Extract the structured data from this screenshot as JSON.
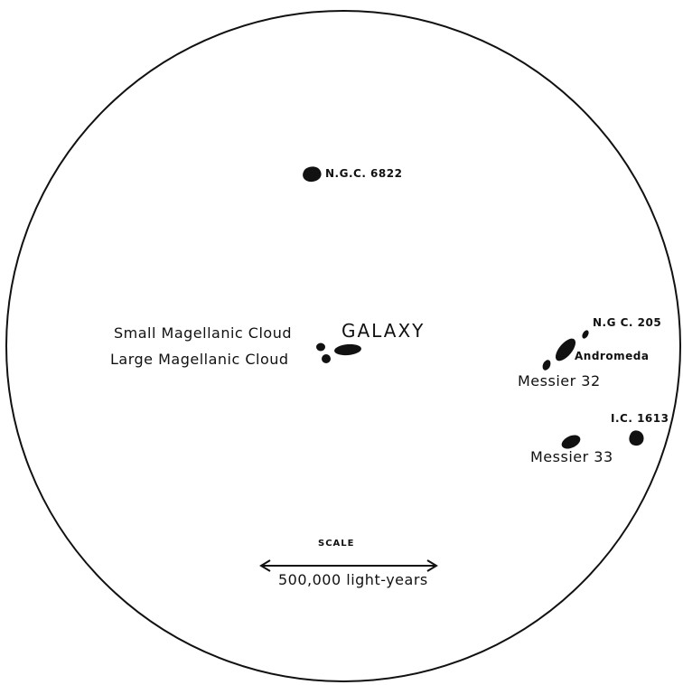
{
  "colors": {
    "ink": "#111111",
    "background": "#ffffff"
  },
  "labels": {
    "ngc6822": "N.G.C. 6822",
    "small_magellanic": "Small Magellanic Cloud",
    "large_magellanic": "Large Magellanic Cloud",
    "galaxy": "GALAXY",
    "ngc205": "N.G C. 205",
    "andromeda": "Andromeda",
    "messier32": "Messier 32",
    "ic1613": "I.C. 1613",
    "messier33": "Messier 33"
  },
  "scale": {
    "title": "SCALE",
    "text": "500,000 light-years"
  }
}
